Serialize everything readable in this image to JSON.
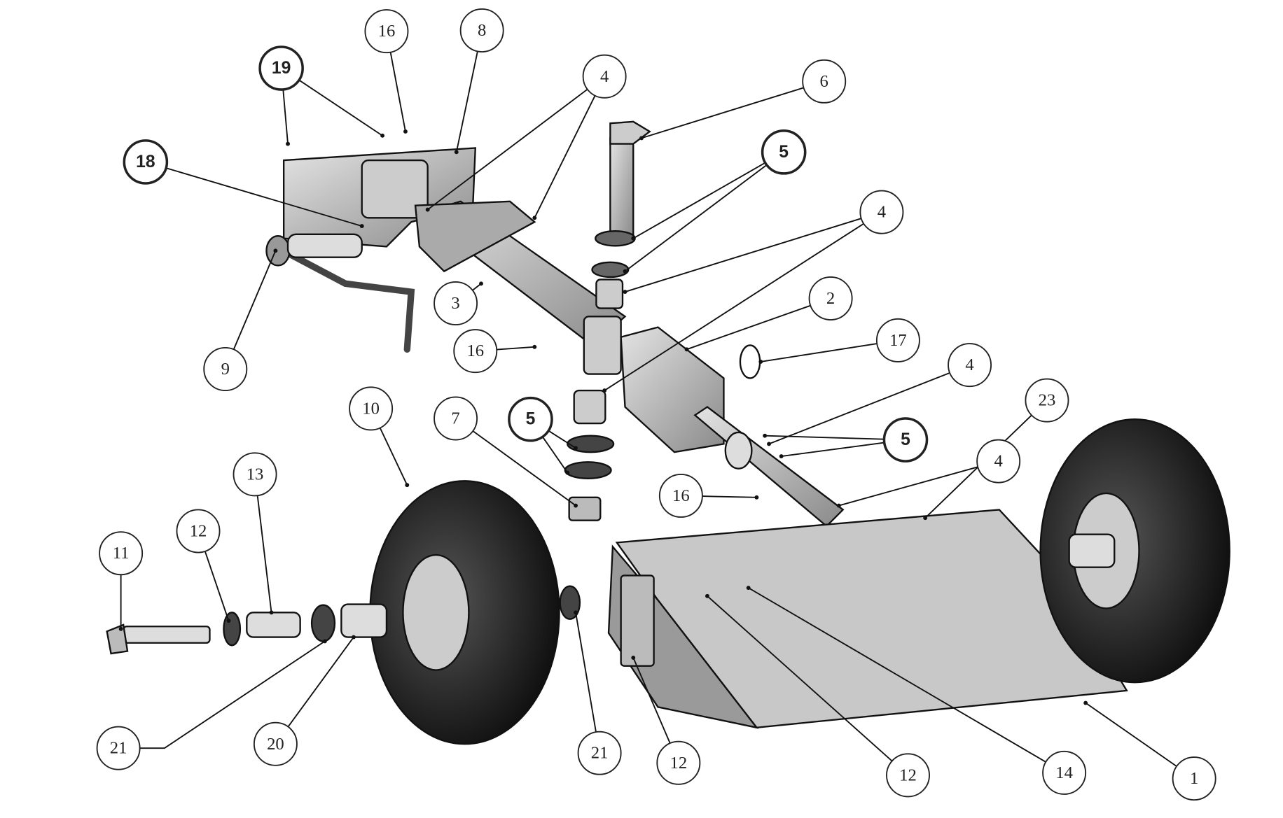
{
  "diagram": {
    "type": "exploded-assembly-view",
    "callouts": [
      {
        "label": "19"
      },
      {
        "label": "16"
      },
      {
        "label": "8"
      },
      {
        "label": "18"
      },
      {
        "label": "4"
      },
      {
        "label": "6"
      },
      {
        "label": "5"
      },
      {
        "label": "4"
      },
      {
        "label": "2"
      },
      {
        "label": "3"
      },
      {
        "label": "16"
      },
      {
        "label": "9"
      },
      {
        "label": "17"
      },
      {
        "label": "4"
      },
      {
        "label": "23"
      },
      {
        "label": "10"
      },
      {
        "label": "7"
      },
      {
        "label": "5"
      },
      {
        "label": "5"
      },
      {
        "label": "4"
      },
      {
        "label": "16"
      },
      {
        "label": "13"
      },
      {
        "label": "12"
      },
      {
        "label": "11"
      },
      {
        "label": "21"
      },
      {
        "label": "20"
      },
      {
        "label": "21"
      },
      {
        "label": "12"
      },
      {
        "label": "12"
      },
      {
        "label": "14"
      },
      {
        "label": "1"
      }
    ]
  }
}
